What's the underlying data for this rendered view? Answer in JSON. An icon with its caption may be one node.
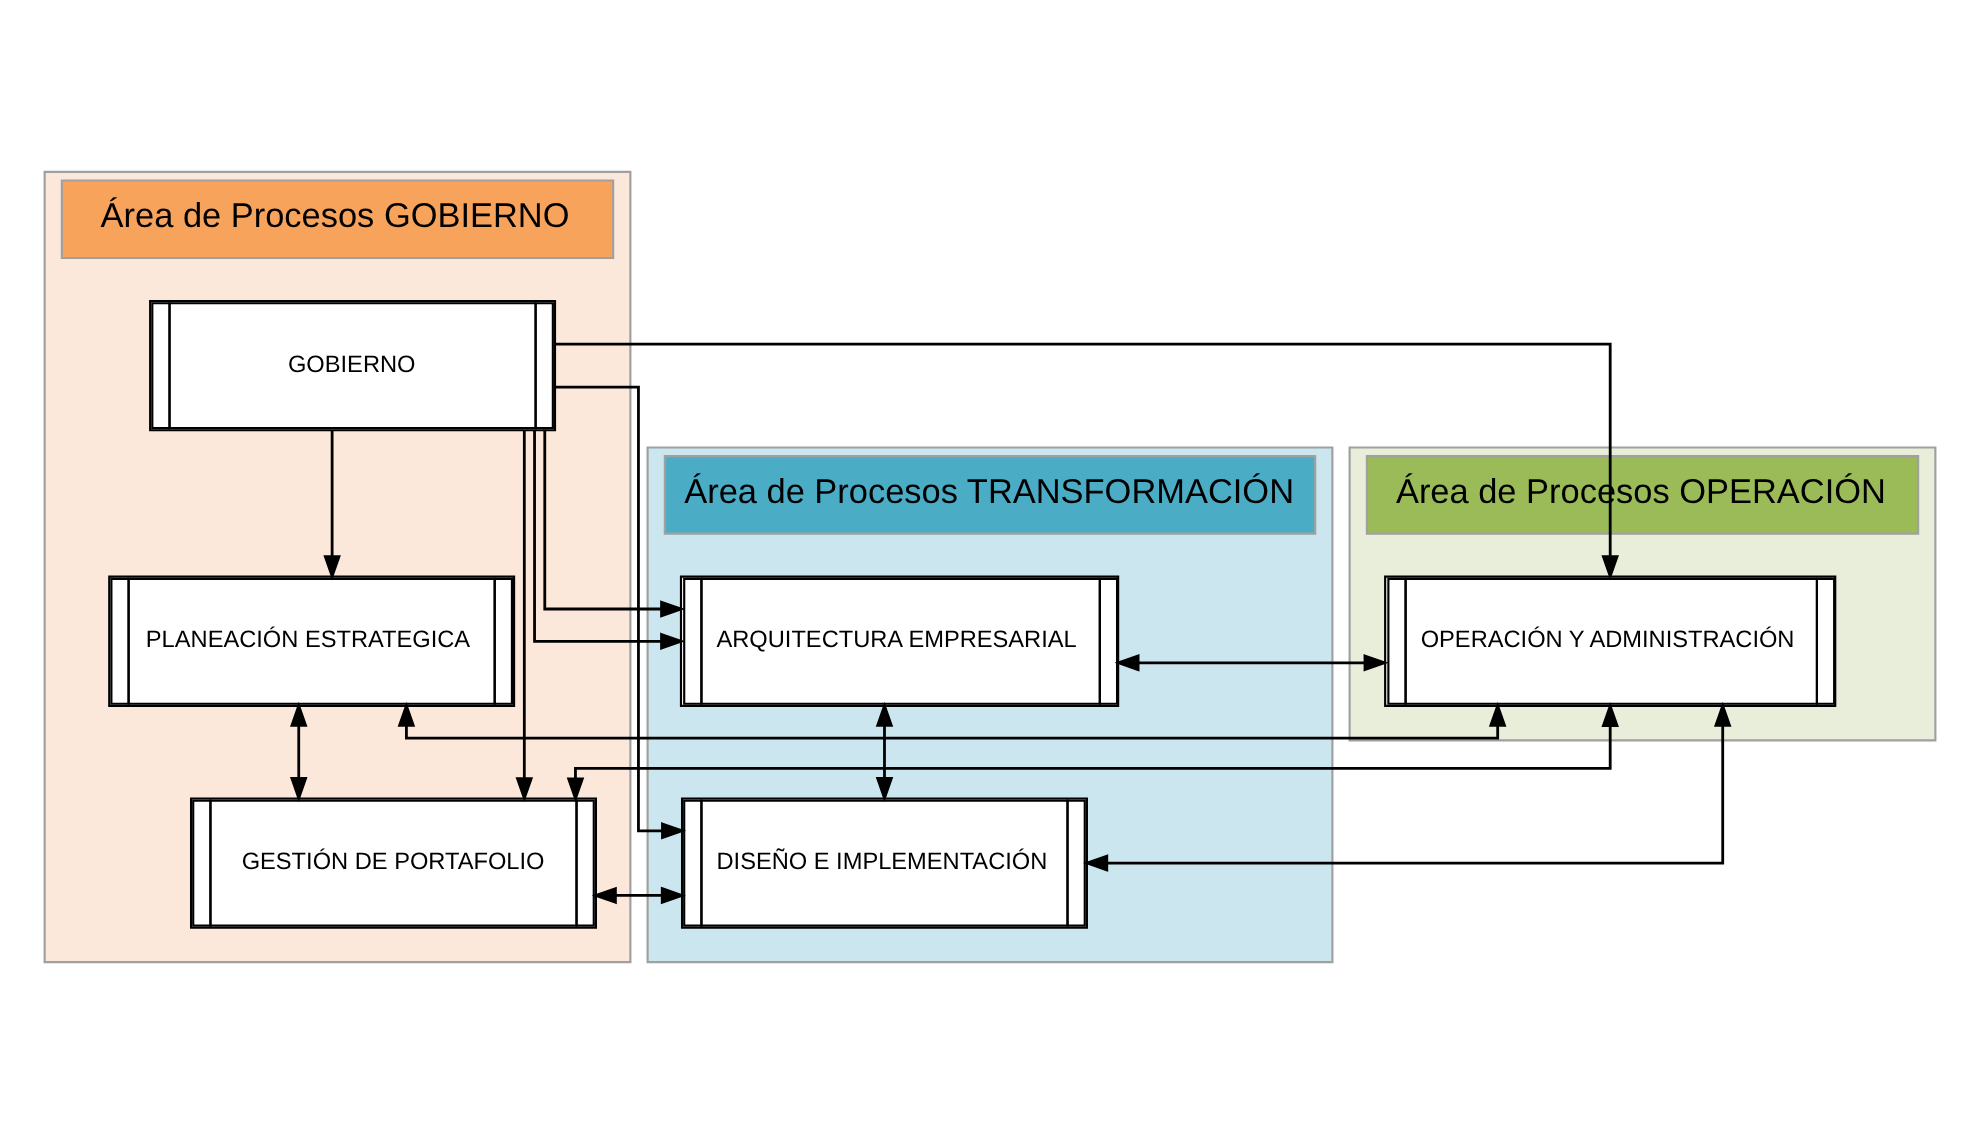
{
  "diagram": {
    "nodes": [
      {
        "text": [
          "Área de Procesos GOBIERNO"
        ]
      },
      {
        "text": [
          "Área de Procesos TRANSFORMACIÓN"
        ]
      },
      {
        "text": [
          "Área de Procesos OPERACIÓN"
        ]
      },
      {
        "text": [
          "GOBIERNO"
        ],
        "in": 0
      },
      {
        "text": [
          "PLANEACIÓN ESTRATEGICA"
        ],
        "in": 0
      },
      {
        "text": [
          "GESTIÓN DE PORTAFOLIO"
        ],
        "in": 0
      },
      {
        "text": [
          "ARQUITECTURA EMPRESARIAL"
        ],
        "in": 1
      },
      {
        "text": [
          "DISEÑO E IMPLEMENTACIÓN"
        ],
        "in": 1
      },
      {
        "text": [
          "OPERACIÓN Y ADMINISTRACIÓN"
        ],
        "in": 2
      }
    ],
    "edges": [
      {
        "from": 3,
        "to": 8,
        "arrow": "to"
      },
      {
        "from": 3,
        "to": 6,
        "arrow": "to"
      },
      {
        "from": 3,
        "to": 4,
        "arrow": "to"
      },
      {
        "from": 3,
        "to": 6,
        "arrow": "to"
      },
      {
        "from": 3,
        "to": 7,
        "arrow": "to"
      },
      {
        "from": 3,
        "to": 5,
        "arrow": "to"
      },
      {
        "from": 4,
        "to": 5,
        "arrow": "both"
      },
      {
        "from": 6,
        "to": 7,
        "arrow": "both"
      },
      {
        "from": 4,
        "to": 8,
        "arrow": "both"
      },
      {
        "from": 8,
        "to": 6,
        "arrow": "both"
      },
      {
        "from": 8,
        "to": 7,
        "arrow": "both"
      },
      {
        "from": 5,
        "to": 7,
        "arrow": "both"
      },
      {
        "from": 5,
        "to": 8,
        "arrow": "both"
      }
    ]
  }
}
